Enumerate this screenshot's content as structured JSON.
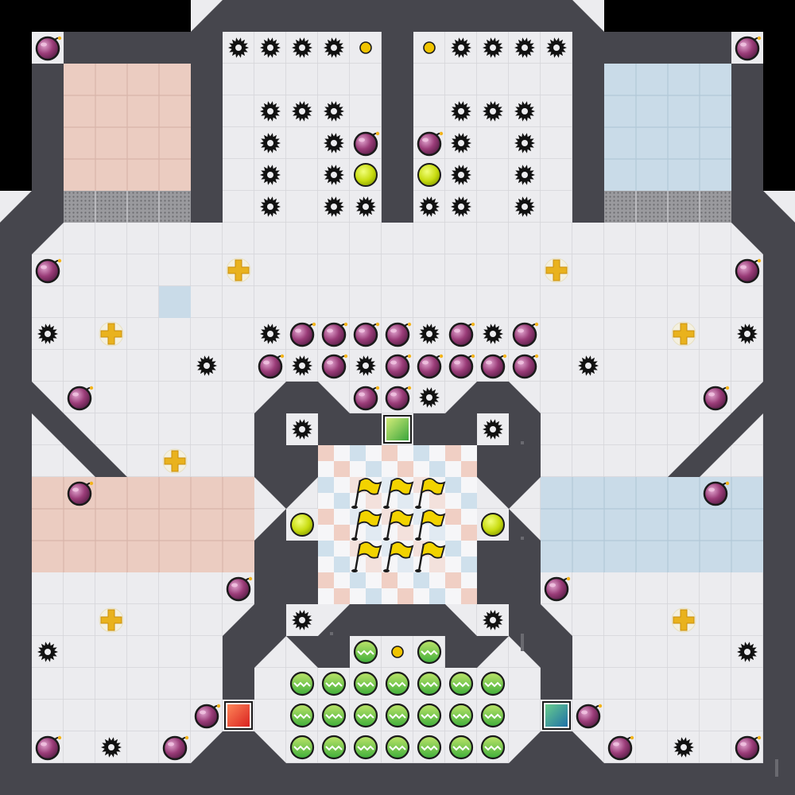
{
  "game": {
    "name": "",
    "grid": {
      "columns": 25,
      "rows": 25
    },
    "colors": {
      "wall": "#46464d",
      "wall_edge": "#35353b",
      "floor": "#ececef",
      "floor_line": "#d4d4d9",
      "red_zone": "#ebccc1",
      "blue_zone": "#c9dbe8",
      "grate": "#8c8c90",
      "bomb": "#9a3c78",
      "mine": "#111111",
      "boost": "#e9b21d",
      "pad": "#c8dc10",
      "coin": "#f0c400",
      "powerup_ring": "#1a1a1a",
      "flag": "#f2d300",
      "red_gate": "#e8342c",
      "green_gate": "#6cc046",
      "teal_gate": "#2f8aa2"
    }
  },
  "zones": [
    {
      "team": "red",
      "cells": [
        [
          2,
          2
        ],
        [
          3,
          2
        ],
        [
          4,
          2
        ],
        [
          5,
          2
        ],
        [
          2,
          3
        ],
        [
          3,
          3
        ],
        [
          4,
          3
        ],
        [
          5,
          3
        ],
        [
          2,
          4
        ],
        [
          3,
          4
        ],
        [
          4,
          4
        ],
        [
          5,
          4
        ],
        [
          2,
          5
        ],
        [
          3,
          5
        ],
        [
          4,
          5
        ],
        [
          5,
          5
        ],
        [
          1,
          15
        ],
        [
          2,
          15
        ],
        [
          3,
          15
        ],
        [
          4,
          15
        ],
        [
          5,
          15
        ],
        [
          6,
          15
        ],
        [
          7,
          15
        ],
        [
          1,
          16
        ],
        [
          2,
          16
        ],
        [
          3,
          16
        ],
        [
          4,
          16
        ],
        [
          5,
          16
        ],
        [
          6,
          16
        ],
        [
          7,
          16
        ],
        [
          1,
          17
        ],
        [
          2,
          17
        ],
        [
          3,
          17
        ],
        [
          4,
          17
        ],
        [
          5,
          17
        ],
        [
          6,
          17
        ],
        [
          7,
          17
        ]
      ]
    },
    {
      "team": "blue",
      "cells": [
        [
          19,
          2
        ],
        [
          20,
          2
        ],
        [
          21,
          2
        ],
        [
          22,
          2
        ],
        [
          19,
          3
        ],
        [
          20,
          3
        ],
        [
          21,
          3
        ],
        [
          22,
          3
        ],
        [
          19,
          4
        ],
        [
          20,
          4
        ],
        [
          21,
          4
        ],
        [
          22,
          4
        ],
        [
          19,
          5
        ],
        [
          20,
          5
        ],
        [
          21,
          5
        ],
        [
          22,
          5
        ],
        [
          5,
          9
        ],
        [
          17,
          15
        ],
        [
          18,
          15
        ],
        [
          19,
          15
        ],
        [
          20,
          15
        ],
        [
          21,
          15
        ],
        [
          22,
          15
        ],
        [
          23,
          15
        ],
        [
          17,
          16
        ],
        [
          18,
          16
        ],
        [
          19,
          16
        ],
        [
          20,
          16
        ],
        [
          21,
          16
        ],
        [
          22,
          16
        ],
        [
          23,
          16
        ],
        [
          17,
          17
        ],
        [
          18,
          17
        ],
        [
          19,
          17
        ],
        [
          20,
          17
        ],
        [
          21,
          17
        ],
        [
          22,
          17
        ],
        [
          23,
          17
        ]
      ]
    }
  ],
  "entities": {
    "bombs": [
      [
        1,
        1
      ],
      [
        23,
        1
      ],
      [
        11,
        4
      ],
      [
        13,
        4
      ],
      [
        1,
        8
      ],
      [
        23,
        8
      ],
      [
        9,
        10
      ],
      [
        10,
        10
      ],
      [
        11,
        10
      ],
      [
        12,
        10
      ],
      [
        14,
        10
      ],
      [
        16,
        10
      ],
      [
        8,
        11
      ],
      [
        10,
        11
      ],
      [
        12,
        11
      ],
      [
        13,
        11
      ],
      [
        14,
        11
      ],
      [
        15,
        11
      ],
      [
        16,
        11
      ],
      [
        11,
        12
      ],
      [
        12,
        12
      ],
      [
        2,
        12
      ],
      [
        22,
        12
      ],
      [
        2,
        15
      ],
      [
        22,
        15
      ],
      [
        7,
        18
      ],
      [
        17,
        18
      ],
      [
        6,
        22
      ],
      [
        18,
        22
      ],
      [
        1,
        23
      ],
      [
        5,
        23
      ],
      [
        19,
        23
      ],
      [
        23,
        23
      ]
    ],
    "mines": [
      [
        7,
        1
      ],
      [
        8,
        1
      ],
      [
        9,
        1
      ],
      [
        10,
        1
      ],
      [
        14,
        1
      ],
      [
        15,
        1
      ],
      [
        16,
        1
      ],
      [
        17,
        1
      ],
      [
        8,
        3
      ],
      [
        9,
        3
      ],
      [
        10,
        3
      ],
      [
        14,
        3
      ],
      [
        15,
        3
      ],
      [
        16,
        3
      ],
      [
        8,
        4
      ],
      [
        10,
        4
      ],
      [
        14,
        4
      ],
      [
        16,
        4
      ],
      [
        8,
        5
      ],
      [
        10,
        5
      ],
      [
        14,
        5
      ],
      [
        16,
        5
      ],
      [
        8,
        6
      ],
      [
        10,
        6
      ],
      [
        11,
        6
      ],
      [
        13,
        6
      ],
      [
        14,
        6
      ],
      [
        16,
        6
      ],
      [
        1,
        10
      ],
      [
        8,
        10
      ],
      [
        13,
        10
      ],
      [
        15,
        10
      ],
      [
        23,
        10
      ],
      [
        6,
        11
      ],
      [
        9,
        11
      ],
      [
        11,
        11
      ],
      [
        18,
        11
      ],
      [
        13,
        12
      ],
      [
        9,
        13
      ],
      [
        15,
        13
      ],
      [
        9,
        19
      ],
      [
        15,
        19
      ],
      [
        1,
        20
      ],
      [
        23,
        20
      ],
      [
        3,
        23
      ],
      [
        21,
        23
      ]
    ],
    "boosts": [
      [
        7,
        8
      ],
      [
        17,
        8
      ],
      [
        3,
        10
      ],
      [
        21,
        10
      ],
      [
        5,
        14
      ],
      [
        3,
        19
      ],
      [
        21,
        19
      ]
    ],
    "pads": [
      [
        11,
        5
      ],
      [
        13,
        5
      ],
      [
        9,
        16
      ],
      [
        15,
        16
      ]
    ],
    "coins": [
      [
        11,
        1
      ],
      [
        13,
        1
      ],
      [
        12,
        20
      ]
    ],
    "powerups": [
      [
        11,
        20
      ],
      [
        13,
        20
      ],
      [
        9,
        21
      ],
      [
        10,
        21
      ],
      [
        11,
        21
      ],
      [
        12,
        21
      ],
      [
        13,
        21
      ],
      [
        14,
        21
      ],
      [
        15,
        21
      ],
      [
        9,
        22
      ],
      [
        10,
        22
      ],
      [
        11,
        22
      ],
      [
        12,
        22
      ],
      [
        13,
        22
      ],
      [
        14,
        22
      ],
      [
        15,
        22
      ],
      [
        9,
        23
      ],
      [
        10,
        23
      ],
      [
        11,
        23
      ],
      [
        12,
        23
      ],
      [
        13,
        23
      ],
      [
        14,
        23
      ],
      [
        15,
        23
      ]
    ],
    "flags": [
      [
        11,
        15
      ],
      [
        12,
        15
      ],
      [
        13,
        15
      ],
      [
        11,
        16
      ],
      [
        12,
        16
      ],
      [
        13,
        16
      ],
      [
        11,
        17
      ],
      [
        12,
        17
      ],
      [
        13,
        17
      ]
    ],
    "gates": [
      {
        "color": "green",
        "cell": [
          12,
          13
        ]
      },
      {
        "color": "red",
        "cell": [
          7,
          22
        ]
      },
      {
        "color": "teal",
        "cell": [
          17,
          22
        ]
      }
    ]
  }
}
